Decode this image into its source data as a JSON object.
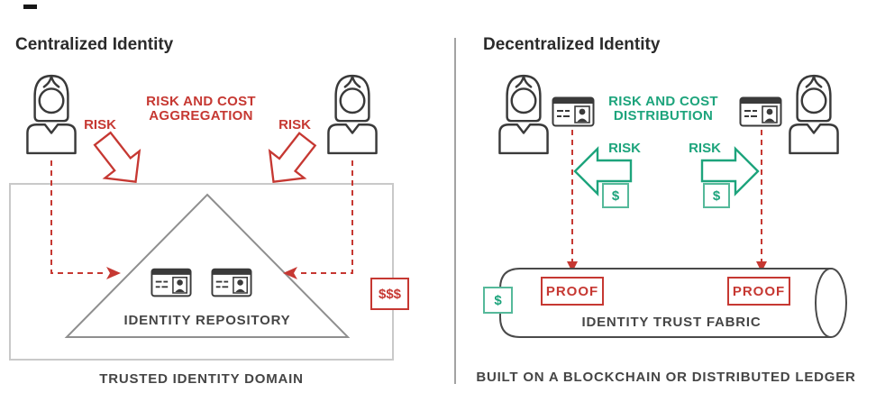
{
  "left": {
    "title": "Centralized Identity",
    "aggregation_line1": "RISK AND COST",
    "aggregation_line2": "AGGREGATION",
    "risk_left": "RISK",
    "risk_right": "RISK",
    "repository": "IDENTITY REPOSITORY",
    "cost": "$$$",
    "caption": "TRUSTED IDENTITY DOMAIN"
  },
  "right": {
    "title": "Decentralized Identity",
    "distribution_line1": "RISK AND COST",
    "distribution_line2": "DISTRIBUTION",
    "risk_left": "RISK",
    "risk_right": "RISK",
    "dollar_left": "$",
    "dollar_right": "$",
    "dollar_fabric": "$",
    "proof_left": "PROOF",
    "proof_right": "PROOF",
    "fabric": "IDENTITY TRUST FABRIC",
    "caption": "BUILT ON A BLOCKCHAIN OR DISTRIBUTED LEDGER"
  },
  "icons": {
    "person": "woman-outline-icon",
    "id_card": "id-card-icon",
    "triangle": "repository-triangle",
    "cylinder": "ledger-cylinder",
    "block_arrow": "risk-flow-arrow",
    "dashed_connector": "dashed-arrow-connector"
  },
  "colors": {
    "red": "#c63832",
    "green": "#1da47c",
    "green_light": "#55b99a",
    "dark": "#2b2b2b",
    "caption": "#454545",
    "icon": "#3a3a3a",
    "triangle": "#8f8f8f",
    "box_border": "#c9c9c9",
    "divider": "#a3a3a3",
    "cylinder": "#4a4a4a"
  }
}
